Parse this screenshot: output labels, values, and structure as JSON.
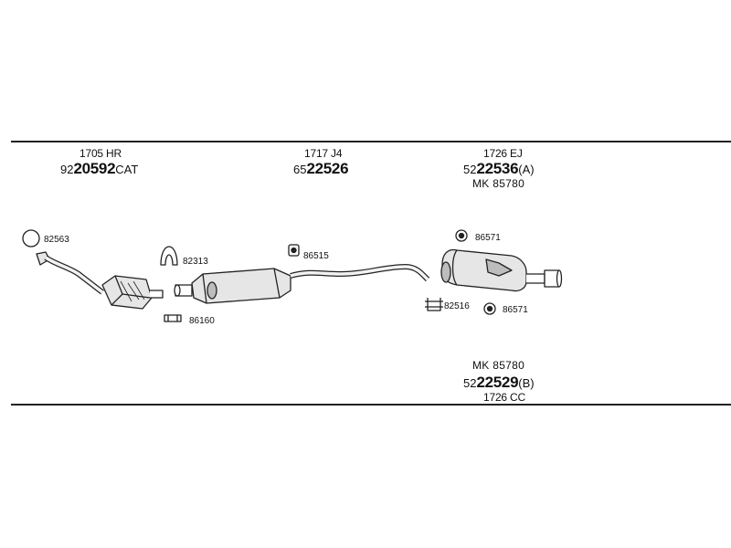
{
  "groups": [
    {
      "code": "1705 HR",
      "part_prefix": "92",
      "part_bold": "20592",
      "part_suffix": "CAT"
    },
    {
      "code": "1717 J4",
      "part_prefix": "65",
      "part_bold": "22526",
      "part_suffix": ""
    },
    {
      "code": "1726 EJ",
      "part_prefix": "52",
      "part_bold": "22536",
      "part_suffix": "(A)",
      "ref": "MK 85780"
    },
    {
      "code": "1726 CC",
      "part_prefix": "52",
      "part_bold": "22529",
      "part_suffix": "(B)",
      "ref": "MK 85780"
    }
  ],
  "callouts": {
    "c82563": "82563",
    "c82313": "82313",
    "c86160": "86160",
    "c86515": "86515",
    "c86571a": "86571",
    "c82516": "82516",
    "c86571b": "86571"
  },
  "icons": [
    "gasket-ring-icon",
    "hanger-bracket-icon",
    "pipe-clamp-icon",
    "rubber-mount-icon",
    "rubber-mount-icon",
    "u-bolt-clamp-icon",
    "rubber-mount-icon"
  ],
  "colors": {
    "line": "#222222",
    "fill_light": "#e6e6e6",
    "fill_mid": "#bdbdbd"
  }
}
